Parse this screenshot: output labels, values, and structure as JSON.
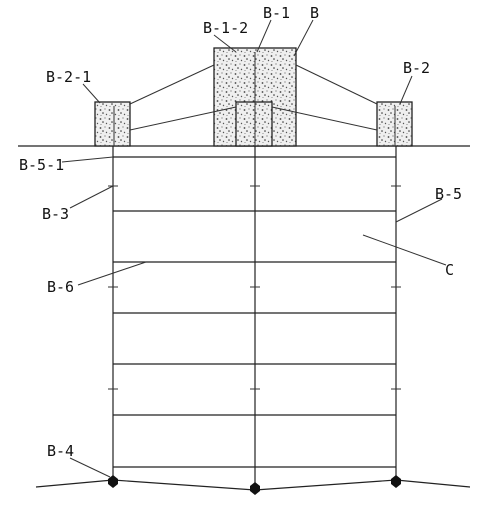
{
  "labels": {
    "b12": "B-1-2",
    "b1": "B-1",
    "b": "B",
    "b21": "B-2-1",
    "b2": "B-2",
    "b51": "B-5-1",
    "b3": "B-3",
    "b5": "B-5",
    "c": "C",
    "b6": "B-6",
    "b4": "B-4"
  }
}
